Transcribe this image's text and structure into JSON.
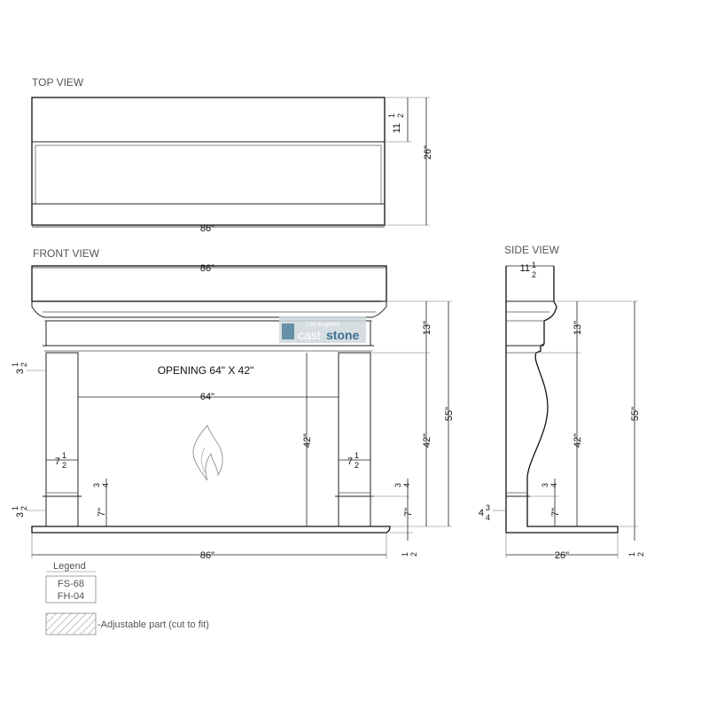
{
  "views": {
    "top": "TOP VIEW",
    "front": "FRONT VIEW",
    "side": "SIDE VIEW"
  },
  "opening": "OPENING 64\" X 42\"",
  "dims": {
    "top_width": "86\"",
    "top_depth": "26\"",
    "top_shelf_whole": "11",
    "top_shelf_num": "1",
    "top_shelf_den": "2",
    "front_top_width": "86\"",
    "front_bottom_width": "86\"",
    "opening_width": "64\"",
    "opening_height": "42\"",
    "frieze": "13\"",
    "outer_42": "42\"",
    "overall_height": "55\"",
    "leg_face_whole": "7",
    "leg_face_num": "1",
    "leg_face_den": "2",
    "plinth_frac_num": "3",
    "plinth_frac_den": "4",
    "base_7": "7\"",
    "hearth_num": "1",
    "hearth_den": "2",
    "side_offset_whole": "3",
    "side_offset_num": "1",
    "side_offset_den": "2",
    "side_top_whole": "11",
    "side_top_num": "1",
    "side_top_den": "2",
    "side_13": "13\"",
    "side_42": "42\"",
    "side_55": "55\"",
    "side_26": "26\"",
    "side_7": "7\"",
    "side_base_whole": "4",
    "side_base_num": "3",
    "side_base_den": "4"
  },
  "logo": {
    "top": "Los Angeles",
    "left": "cast",
    "right": "stone"
  },
  "legend": {
    "title": "Legend",
    "codes": [
      "FS-68",
      "FH-04"
    ],
    "adjustable": "-Adjustable part (cut to fit)"
  }
}
